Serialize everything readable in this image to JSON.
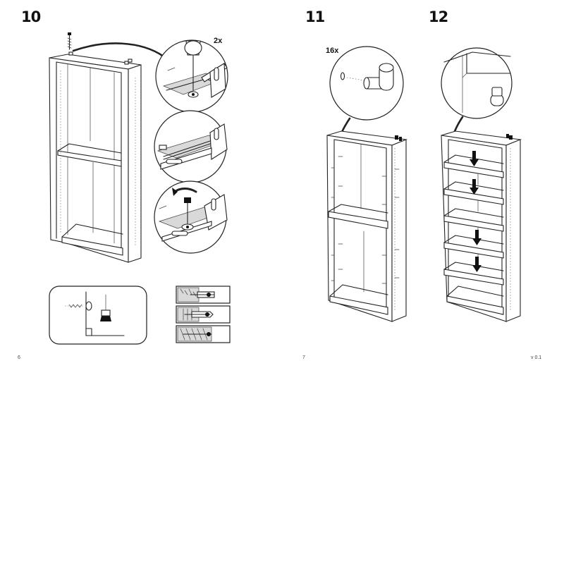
{
  "pages": [
    {
      "page_number": "6",
      "steps": [
        {
          "number": "10",
          "quantity": "2x"
        }
      ]
    },
    {
      "page_number": "7",
      "version": "v 0.1",
      "steps": [
        {
          "number": "11",
          "quantity": "16x"
        },
        {
          "number": "12"
        }
      ]
    }
  ],
  "icons": [
    "screw-icon",
    "screwdriver-icon",
    "wall-bracket-icon",
    "shelf-pin-icon",
    "down-arrow-icon",
    "rotate-arrow-icon",
    "wall-plug-icon"
  ]
}
